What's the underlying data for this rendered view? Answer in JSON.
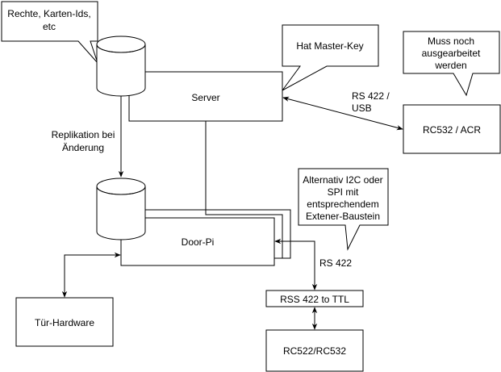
{
  "nodes": {
    "server": "Server",
    "door_pi": "Door-Pi",
    "rc532_acr": "RC532 / ACR",
    "rss422_ttl": "RSS 422 to TTL",
    "rc522_rc532": "RC522/RC532",
    "tuer_hardware": "Tür-Hardware"
  },
  "callouts": {
    "rights": [
      "Rechte, Karten-Ids,",
      "etc"
    ],
    "master_key": "Hat Master-Key",
    "muss_noch": [
      "Muss noch",
      "ausgearbeitet",
      "werden"
    ],
    "alternativ": [
      "Alternativ I2C oder",
      "SPI mit",
      "entsprechendem",
      "Extener-Baustein"
    ]
  },
  "edge_labels": {
    "replikation": [
      "Replikation bei",
      "Änderung"
    ],
    "rs422_usb": [
      "RS 422 /",
      "USB"
    ],
    "rs422": "RS 422"
  }
}
